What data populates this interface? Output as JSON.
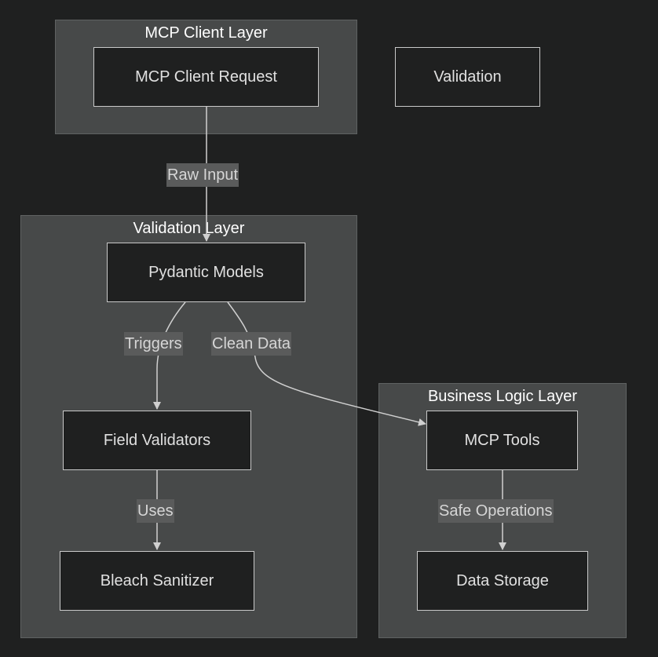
{
  "clusters": {
    "client": "MCP Client Layer",
    "validation": "Validation Layer",
    "business": "Business Logic Layer"
  },
  "nodes": {
    "client_request": "MCP Client Request",
    "validation_legend": "Validation",
    "pydantic": "Pydantic Models",
    "field_validators": "Field Validators",
    "bleach": "Bleach Sanitizer",
    "mcp_tools": "MCP Tools",
    "data_storage": "Data Storage"
  },
  "edges": {
    "raw_input": "Raw Input",
    "triggers": "Triggers",
    "clean_data": "Clean Data",
    "uses": "Uses",
    "safe_operations": "Safe Operations"
  },
  "colors": {
    "background": "#1f2020",
    "cluster_fill": "#474949",
    "node_fill": "#1f2020",
    "node_border": "#c9c9c9",
    "edge": "#d0d0d0",
    "label_fill": "#5a5b5b"
  }
}
